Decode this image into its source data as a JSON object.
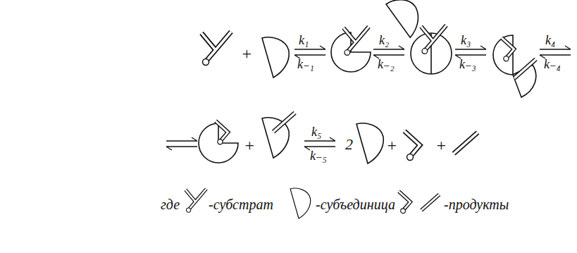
{
  "diagram": {
    "labels": [
      "+",
      "k₁",
      "k₋₁",
      "k₂",
      "k₋₂",
      "k₃",
      "k₋₃",
      "k₄",
      "k₋₄",
      "+",
      "k₅",
      "k₋₅",
      "2",
      "+",
      "+",
      "где"
    ],
    "legend": [
      {
        "text": "-субстрат"
      },
      {
        "text": "-субъединица"
      },
      {
        "text": "-продукты"
      }
    ]
  }
}
